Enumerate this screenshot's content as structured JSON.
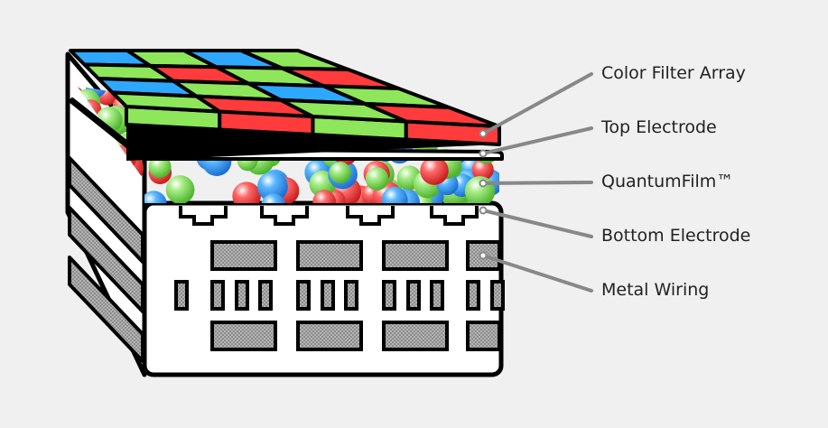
{
  "labels": [
    "Color Filter Array",
    "Top Electrode",
    "QuantumFilm™",
    "Bottom Electrode",
    "Metal Wiring"
  ],
  "filter_pattern": [
    [
      "blue",
      "green",
      "blue",
      "green"
    ],
    [
      "green",
      "red",
      "green",
      "red"
    ],
    [
      "blue",
      "green",
      "blue",
      "green"
    ],
    [
      "green",
      "red",
      "green",
      "red"
    ]
  ],
  "colors": {
    "blue": "#2ea8ff",
    "green": "#8ee65a",
    "red": "#ff3b3b",
    "wiring": "#a0a0a0",
    "leader": "#888888",
    "background": "#f0f0f0"
  }
}
